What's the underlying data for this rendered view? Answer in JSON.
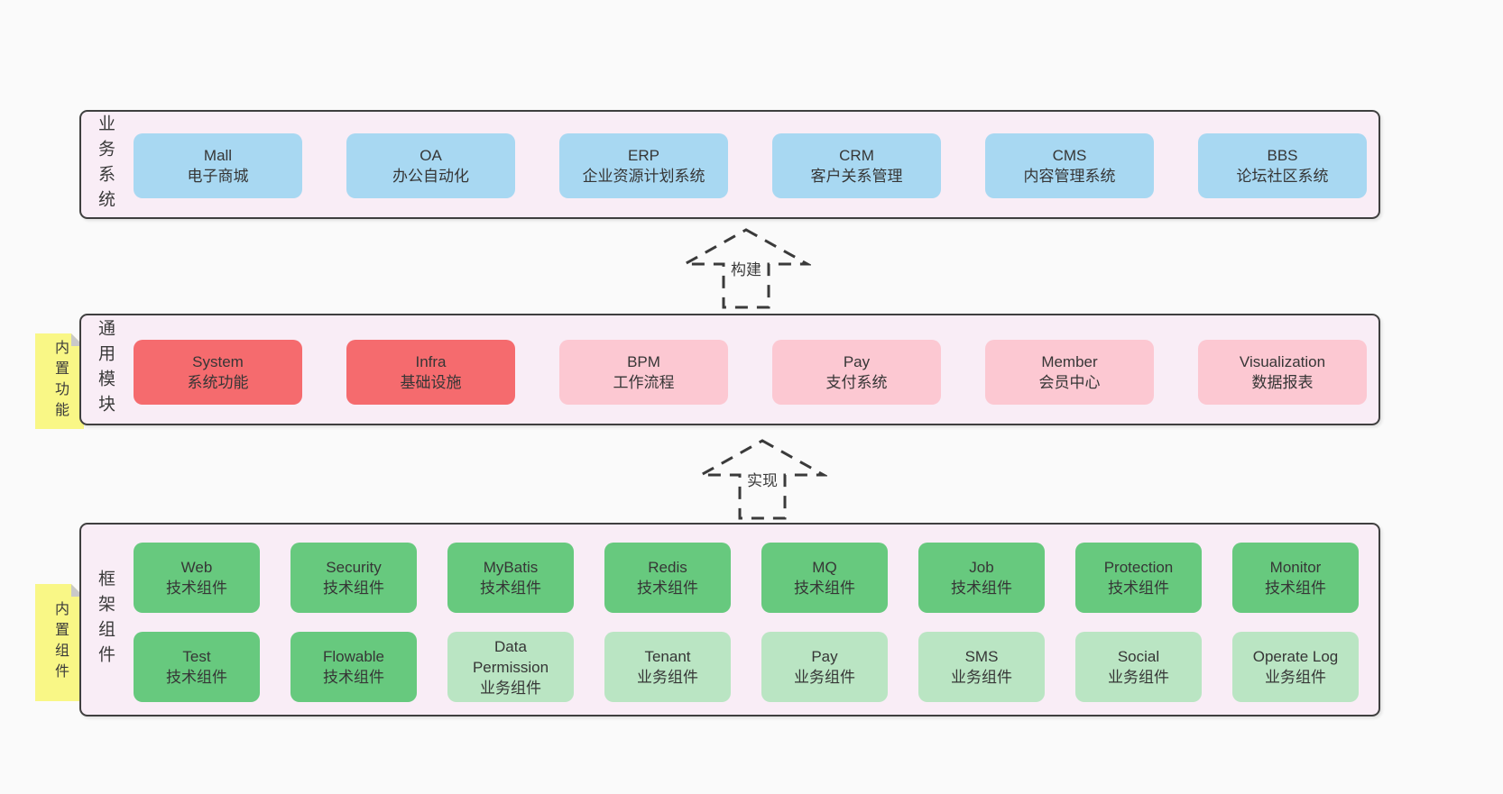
{
  "colors": {
    "page_bg": "#fafafa",
    "layer_bg": "#f9edf6",
    "layer_border": "#3f3f3f",
    "note_bg": "#f9f786",
    "note_fold": "#c9c9c9",
    "arrow_stroke": "#3a3a3a",
    "text": "#363636",
    "variants": {
      "blue": "#a8d8f2",
      "red": "#f56b6e",
      "pink": "#fcc8d2",
      "green": "#67c97e",
      "lightgreen": "#bae5c3"
    }
  },
  "arrows": {
    "build": "构建",
    "implement": "实现"
  },
  "layers": {
    "business": {
      "label": "业务系统",
      "boxes": [
        {
          "name": "Mall",
          "desc": "电子商城"
        },
        {
          "name": "OA",
          "desc": "办公自动化"
        },
        {
          "name": "ERP",
          "desc": "企业资源计划系统"
        },
        {
          "name": "CRM",
          "desc": "客户关系管理"
        },
        {
          "name": "CMS",
          "desc": "内容管理系统"
        },
        {
          "name": "BBS",
          "desc": "论坛社区系统"
        }
      ]
    },
    "common": {
      "label": "通用模块",
      "note": "内置功能",
      "boxes": [
        {
          "name": "System",
          "desc": "系统功能"
        },
        {
          "name": "Infra",
          "desc": "基础设施"
        },
        {
          "name": "BPM",
          "desc": "工作流程"
        },
        {
          "name": "Pay",
          "desc": "支付系统"
        },
        {
          "name": "Member",
          "desc": "会员中心"
        },
        {
          "name": "Visualization",
          "desc": "数据报表"
        }
      ]
    },
    "framework": {
      "label": "框架组件",
      "note": "内置组件",
      "row1": [
        {
          "name": "Web",
          "desc": "技术组件"
        },
        {
          "name": "Security",
          "desc": "技术组件"
        },
        {
          "name": "MyBatis",
          "desc": "技术组件"
        },
        {
          "name": "Redis",
          "desc": "技术组件"
        },
        {
          "name": "MQ",
          "desc": "技术组件"
        },
        {
          "name": "Job",
          "desc": "技术组件"
        },
        {
          "name": "Protection",
          "desc": "技术组件"
        },
        {
          "name": "Monitor",
          "desc": "技术组件"
        }
      ],
      "row2": [
        {
          "name": "Test",
          "desc": "技术组件"
        },
        {
          "name": "Flowable",
          "desc": "技术组件"
        },
        {
          "name": "Data Permission",
          "desc": "业务组件"
        },
        {
          "name": "Tenant",
          "desc": "业务组件"
        },
        {
          "name": "Pay",
          "desc": "业务组件"
        },
        {
          "name": "SMS",
          "desc": "业务组件"
        },
        {
          "name": "Social",
          "desc": "业务组件"
        },
        {
          "name": "Operate Log",
          "desc": "业务组件"
        }
      ]
    }
  }
}
